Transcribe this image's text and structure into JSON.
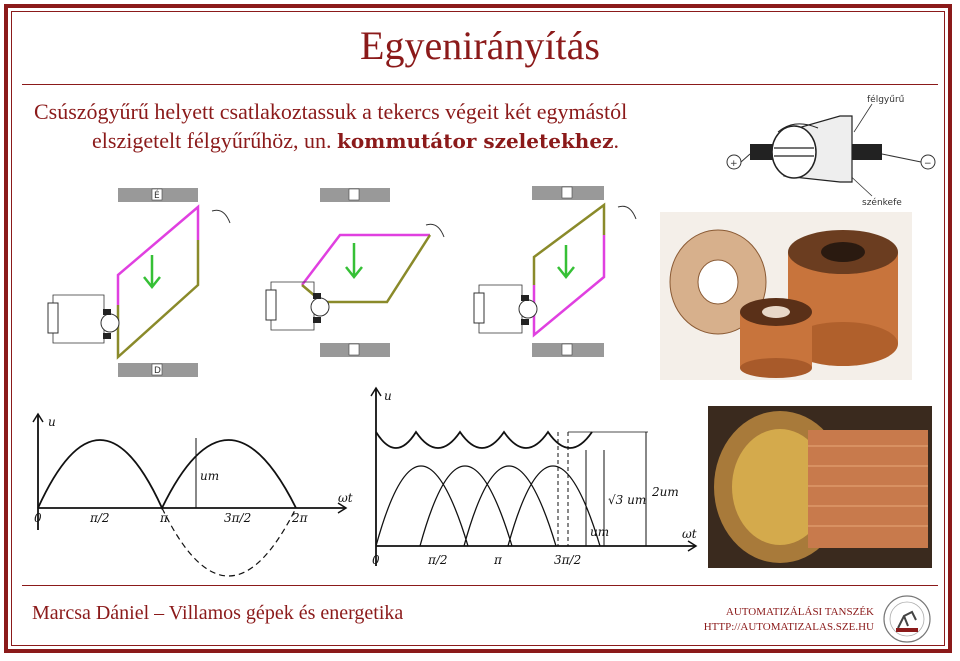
{
  "slide": {
    "title": "Egyenirányítás",
    "intro_line1": "Csúszógyűrű helyett csatlakoztassuk a tekercs végeit két egymástól",
    "intro_line2_plain": "elszigetelt félgyűrűhöz, un. ",
    "intro_line2_bold": "kommutátor szeletekhez",
    "intro_line2_end": "."
  },
  "diagram_commutator": {
    "label_half_ring": "félgyűrű",
    "label_brush": "szénkefe",
    "plus": "+",
    "minus": "−"
  },
  "loop_diagrams": {
    "pole_top": "É",
    "pole_bottom": "D"
  },
  "graph_left": {
    "y_axis": "u",
    "x_axis": "ωt",
    "amp_label": "um",
    "ticks": [
      "0",
      "π/2",
      "π",
      "3π/2",
      "2π"
    ]
  },
  "graph_right": {
    "y_axis": "u",
    "x_axis": "ωt",
    "label_2um": "2um",
    "label_sqrt3": "√3 um",
    "label_um": "um",
    "ticks": [
      "0",
      "π/2",
      "π",
      "3π/2"
    ]
  },
  "footer": {
    "author_course": "Marcsa Dániel – Villamos gépek és energetika",
    "dept": "AUTOMATIZÁLÁSI TANSZÉK",
    "url": "HTTP://AUTOMATIZALAS.SZE.HU"
  },
  "colors": {
    "frame": "#8b1a1a",
    "magenta": "#e040e0",
    "olive": "#8a8a2a",
    "copper": "#c8743c"
  }
}
